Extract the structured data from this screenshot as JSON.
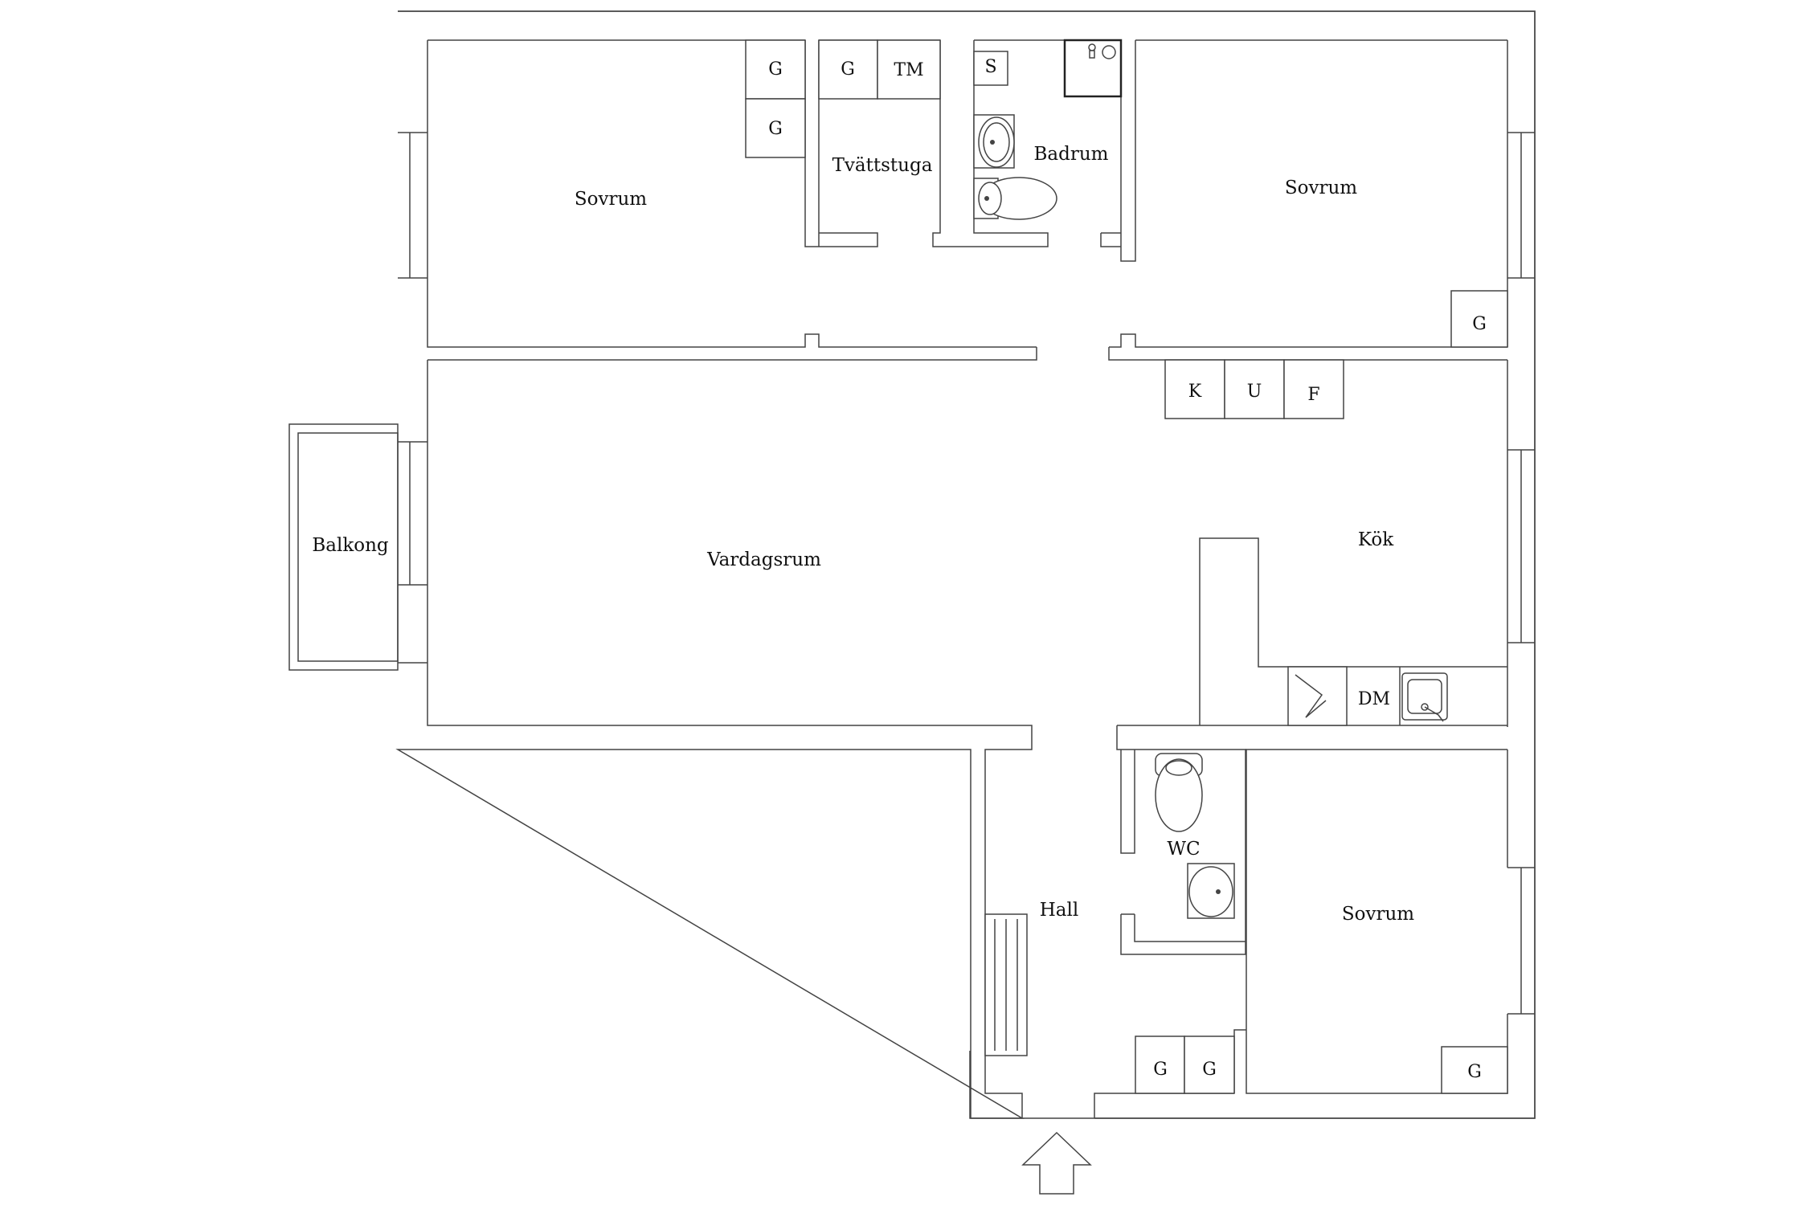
{
  "rooms": {
    "bedroom_nw": "Sovrum",
    "laundry": "Tvättstuga",
    "bathroom": "Badrum",
    "bedroom_ne": "Sovrum",
    "balcony": "Balkong",
    "living": "Vardagsrum",
    "kitchen": "Kök",
    "toilet": "WC",
    "hall": "Hall",
    "bedroom_se": "Sovrum"
  },
  "fixtures": {
    "wardrobe": "G",
    "dryer": "TM",
    "shower": "S",
    "fridge": "K",
    "oven": "U",
    "freezer": "F",
    "dishwasher": "DM"
  },
  "colors": {
    "wall_line": "#333333",
    "background": "#ffffff"
  }
}
